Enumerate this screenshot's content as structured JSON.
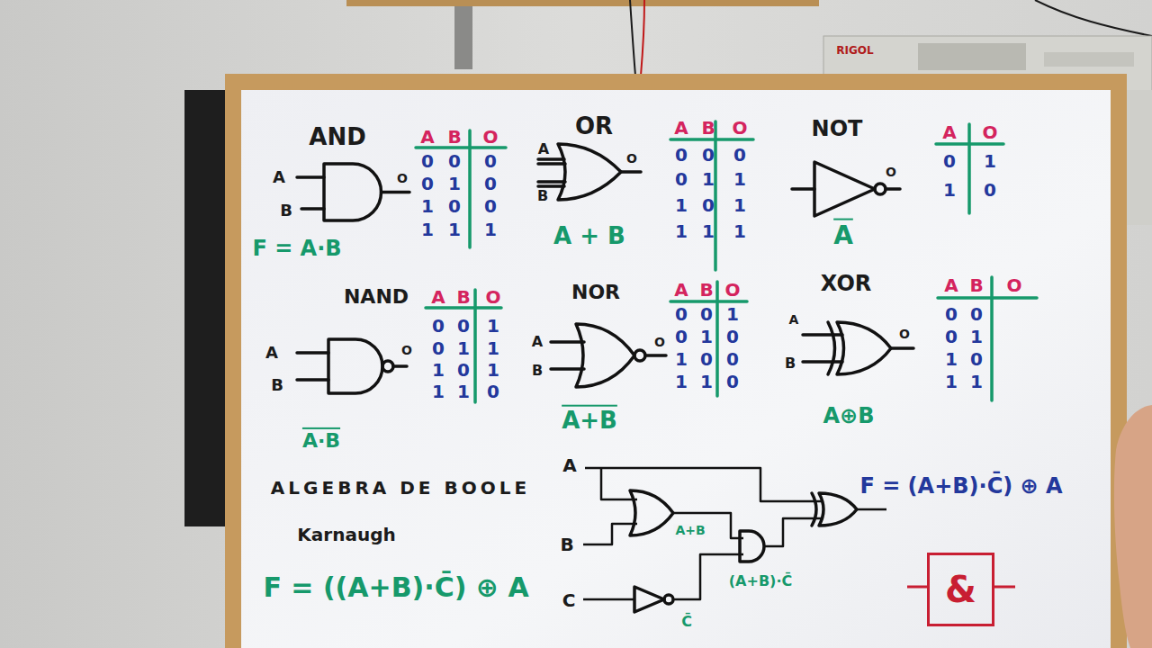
{
  "diagram": {
    "nodes": [
      {
        "text": [
          "&"
        ]
      }
    ],
    "labels": [
      "RIGOL",
      "AND",
      "A",
      "B",
      "O",
      "F = A·B",
      "A",
      "B",
      "O",
      "0",
      "0",
      "0",
      "0",
      "1",
      "0",
      "1",
      "0",
      "0",
      "1",
      "1",
      "1",
      "OR",
      "A",
      "B",
      "O",
      "A + B",
      "A",
      "B",
      "O",
      "0",
      "0",
      "0",
      "0",
      "1",
      "1",
      "1",
      "0",
      "1",
      "1",
      "1",
      "1",
      "NOT",
      "O",
      "A",
      "A",
      "O",
      "0",
      "1",
      "1",
      "0",
      "NAND",
      "A",
      "B",
      "O",
      "A·B",
      "A",
      "B",
      "O",
      "0",
      "0",
      "1",
      "0",
      "1",
      "1",
      "1",
      "0",
      "1",
      "1",
      "1",
      "0",
      "NOR",
      "A",
      "B",
      "O",
      "A+B",
      "A",
      "B",
      "O",
      "0",
      "0",
      "1",
      "0",
      "1",
      "0",
      "1",
      "0",
      "0",
      "1",
      "1",
      "0",
      "XOR",
      "A",
      "B",
      "O",
      "A⊕B",
      "A",
      "B",
      "O",
      "0",
      "0",
      "0",
      "1",
      "1",
      "0",
      "1",
      "1",
      "ALGEBRA DE BOOLE",
      "Karnaugh",
      "F = ((A+B)·C̄) ⊕ A",
      "A",
      "B",
      "C",
      "A+B",
      "C̄",
      "(A+B)·C̄",
      "F = (A+B)·C̄) ⊕ A"
    ]
  }
}
